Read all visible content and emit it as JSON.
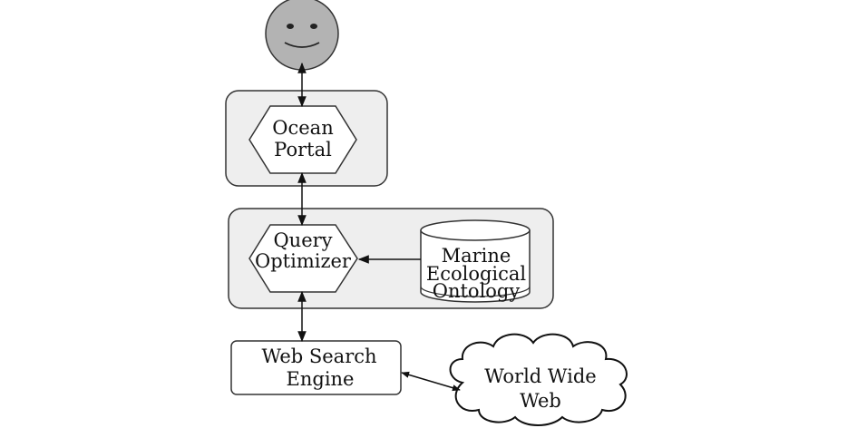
{
  "nodes": {
    "ocean_portal": {
      "line1": "Ocean",
      "line2": "Portal"
    },
    "query_optimizer": {
      "line1": "Query",
      "line2": "Optimizer"
    },
    "ontology": {
      "line1": "Marine",
      "line2": "Ecological",
      "line3": "Ontology"
    },
    "web_search_engine": {
      "line1": "Web Search",
      "line2": "Engine"
    },
    "world_wide_web": {
      "line1": "World Wide",
      "line2": "Web"
    }
  },
  "colors": {
    "face": "#b3b3b3",
    "container": "#eeeeee",
    "stroke": "#333333"
  },
  "edges": [
    {
      "from": "user",
      "to": "ocean_portal",
      "direction": "both"
    },
    {
      "from": "ocean_portal",
      "to": "query_optimizer",
      "direction": "both"
    },
    {
      "from": "ontology",
      "to": "query_optimizer",
      "direction": "forward"
    },
    {
      "from": "query_optimizer",
      "to": "web_search_engine",
      "direction": "both"
    },
    {
      "from": "web_search_engine",
      "to": "world_wide_web",
      "direction": "both"
    }
  ]
}
